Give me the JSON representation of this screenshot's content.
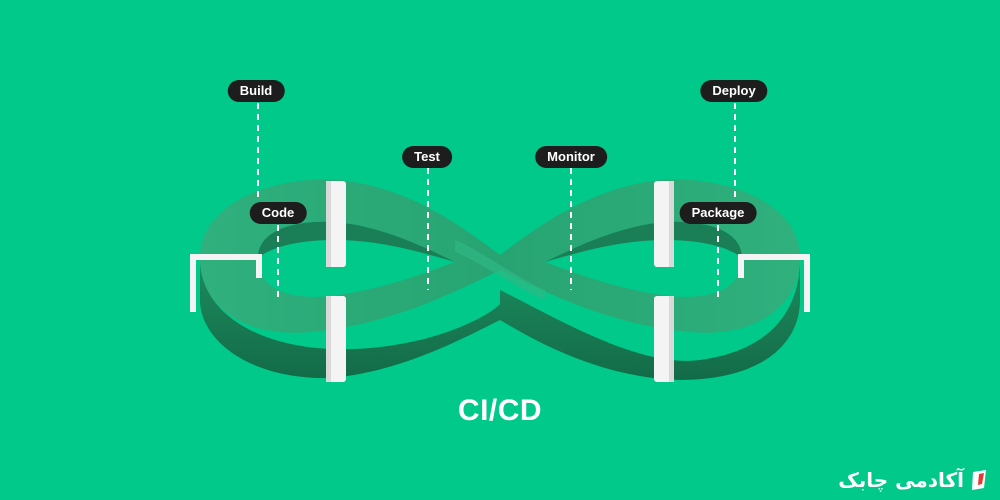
{
  "diagram": {
    "title": "CI/CD",
    "stages": {
      "build": "Build",
      "code": "Code",
      "test": "Test",
      "monitor": "Monitor",
      "deploy": "Deploy",
      "package": "Package"
    }
  },
  "brand": {
    "text": "آکادمی چابک",
    "logo_icon": "leaf-logo-icon"
  },
  "colors": {
    "background": "#00c98a",
    "loop_top": "#2aa877",
    "loop_side": "#177e55",
    "label_bg": "#1d1d1d",
    "dashes": "#ffffff"
  }
}
